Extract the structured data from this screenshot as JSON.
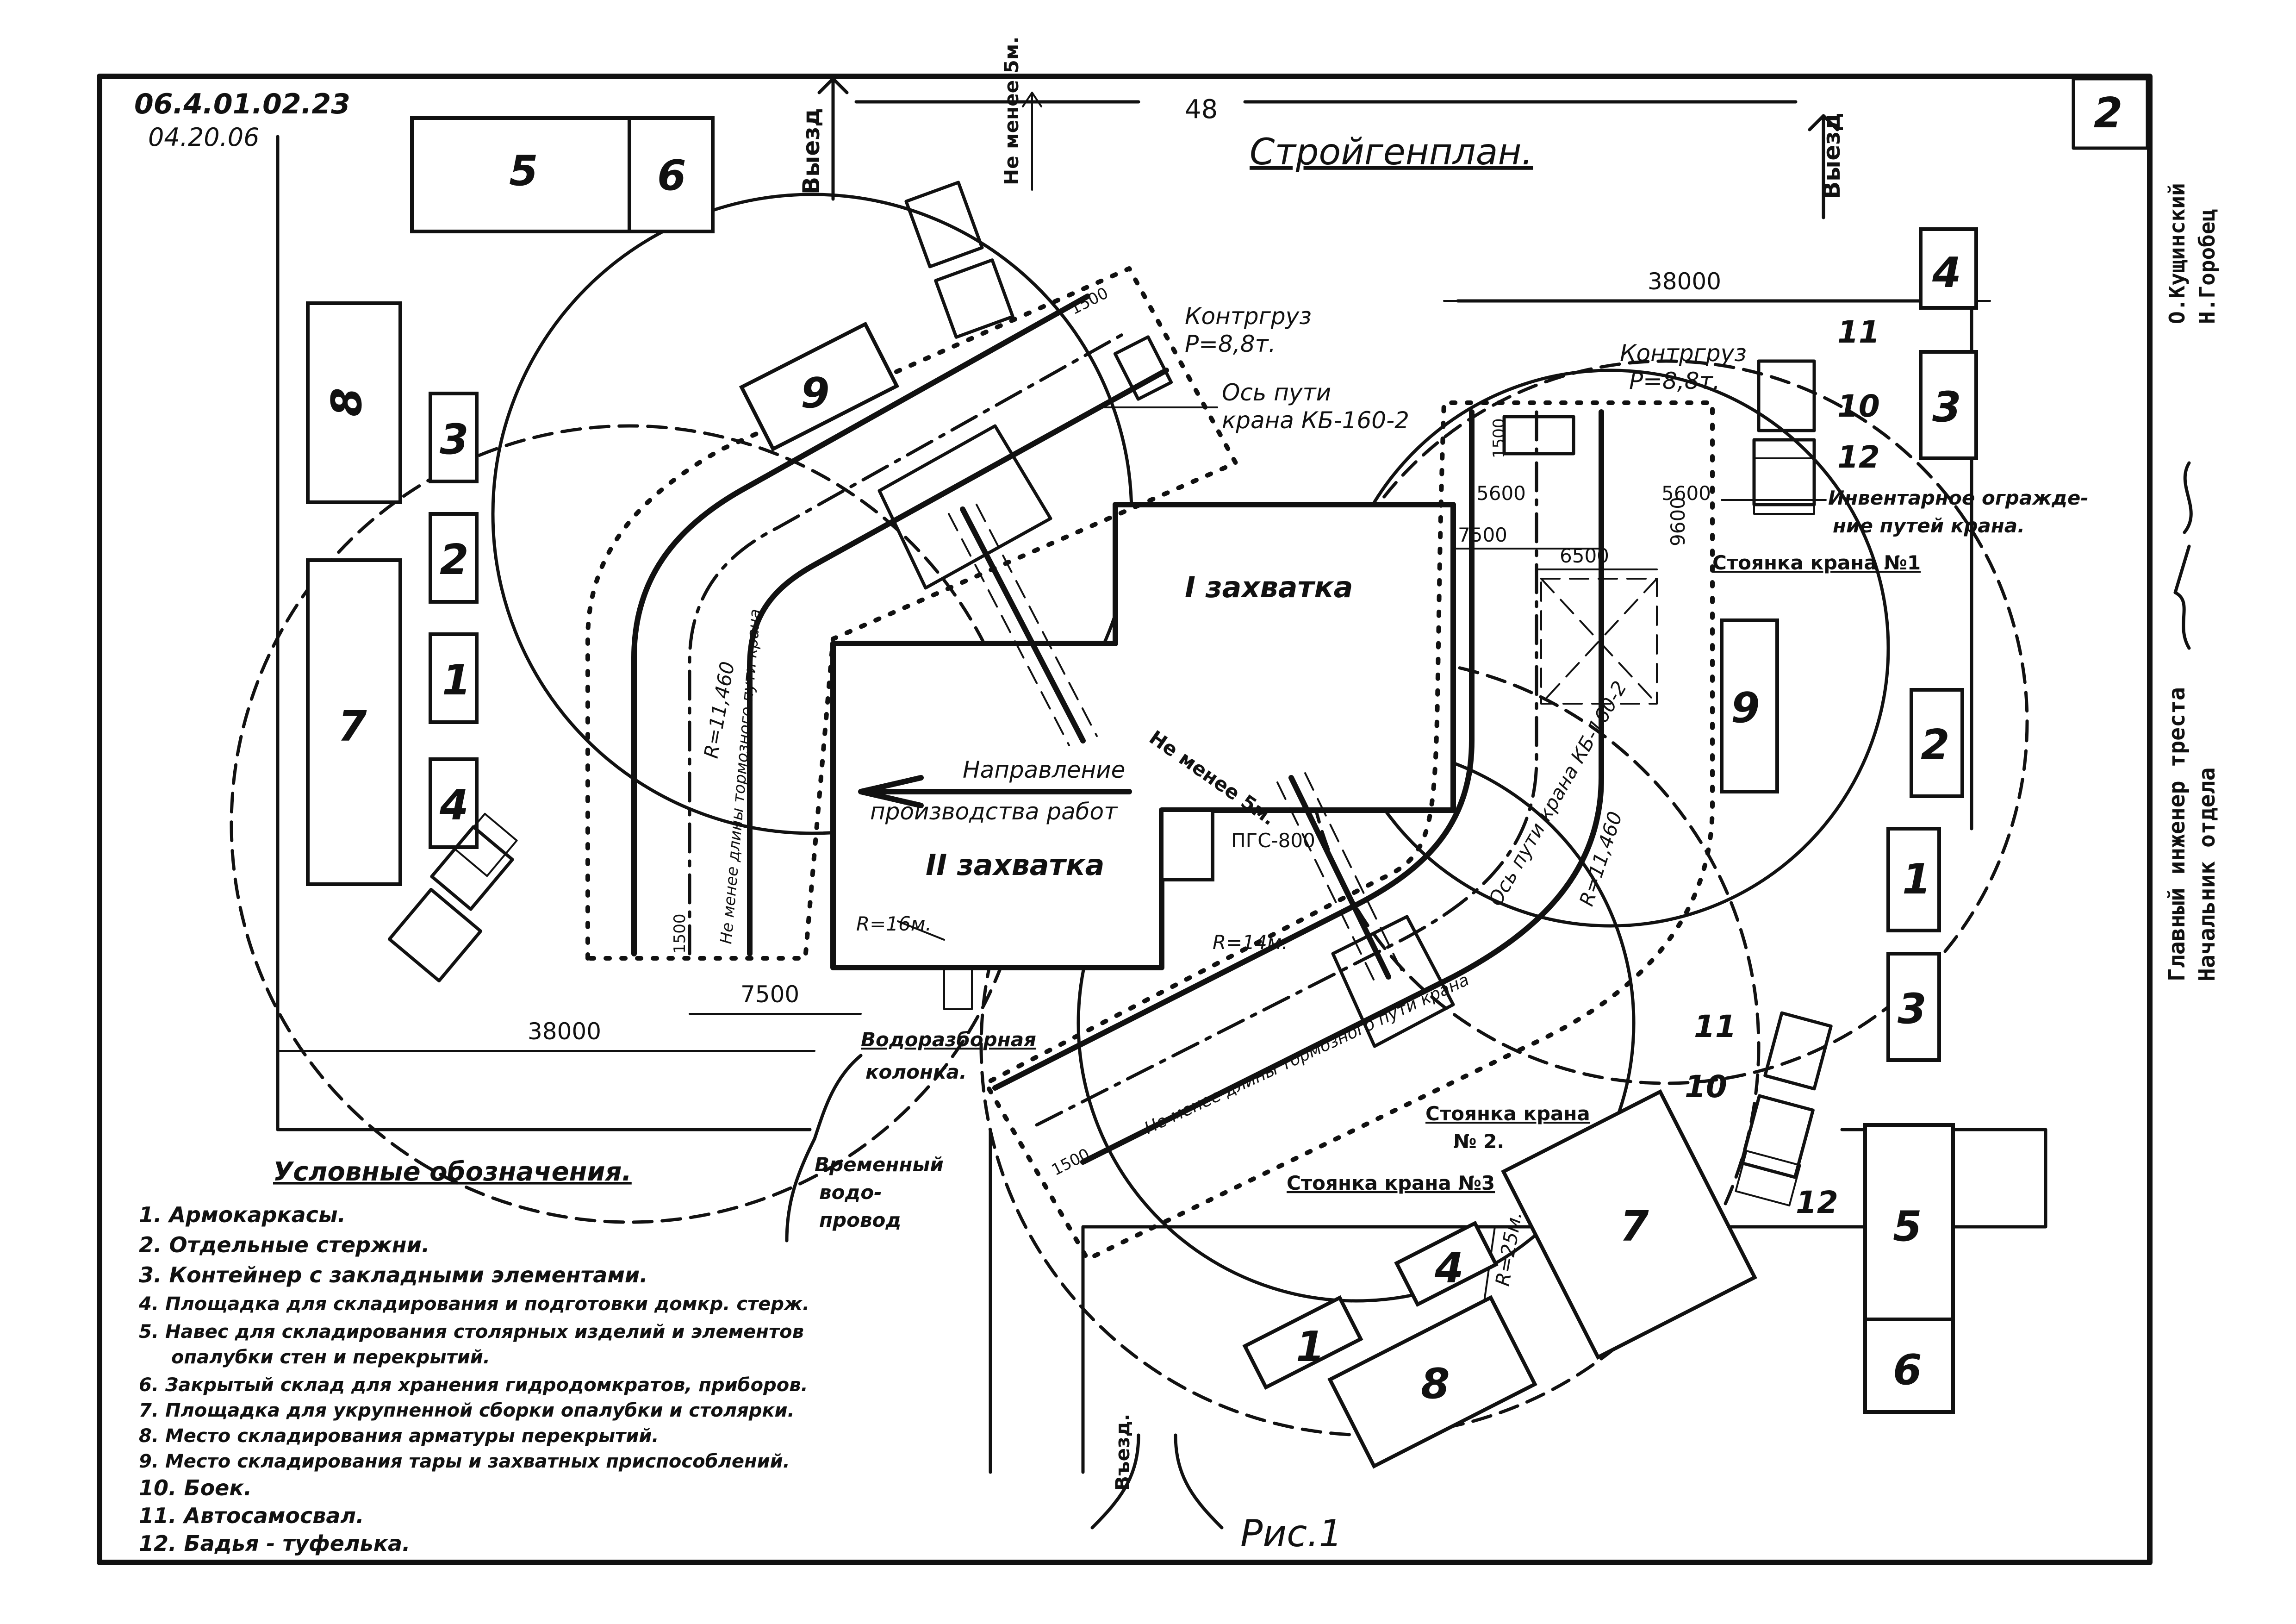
{
  "header": {
    "doc_code": "06.4.01.02.23",
    "doc_date": "04.20.06",
    "page_number": "48",
    "sheet_number": "2",
    "title": "Стройгенплан."
  },
  "plan_labels": {
    "exit_left": "Выезд",
    "exit_right": "Выезд",
    "entry_bottom": "Въезд.",
    "not_less_5m_top": "Не менее 5м.",
    "not_less_5m_mid": "Не менее 5м.",
    "counterweight_1": "Контргруз",
    "counterweight_1_p": "P=8,8т.",
    "counterweight_2": "Контргруз",
    "counterweight_2_p": "P=8,8т.",
    "crane_axis_kb2_a": "Ось пути",
    "crane_axis_kb2_b": "крана КБ-160-2",
    "crane_axis_right": "Ось пути крана КБ-160-2",
    "zone_1": "I захватка",
    "zone_2": "II захватка",
    "direction_1": "Направление",
    "direction_2": "производства работ",
    "pgs": "ПГС-800",
    "crane_stand_1": "Стоянка крана №1",
    "crane_stand_2": "Стоянка крана",
    "crane_stand_2b": "№ 2.",
    "crane_stand_3": "Стоянка крана №3",
    "inventory_fence_1": "Инвентарное огражде-",
    "inventory_fence_2": "ние путей крана.",
    "radius_left": "R=11,460",
    "radius_right": "R=11,460",
    "radius_16": "R=16м.",
    "radius_14": "R=14м.",
    "radius_25": "R=25м.",
    "brake_left": "Не менее длины тормозного пути крана",
    "brake_right": "Не менее длины тормозного пути крана",
    "water_column_1": "Водоразборная",
    "water_column_2": "колонка.",
    "temp_water_1": "Временный",
    "temp_water_2": "водо-",
    "temp_water_3": "провод",
    "dims": {
      "d38000_top": "38000",
      "d38000_bottom": "38000",
      "d7500_bottom": "7500",
      "d7500_right": "7500",
      "d6500": "6500",
      "d5600_a": "5600",
      "d5600_b": "5600",
      "d1500_a": "1500",
      "d1500_b": "1500",
      "d1500_c": "1500",
      "d1500_d": "1500",
      "d9600": "9600"
    }
  },
  "site_objects": {
    "n1": "1",
    "n2": "2",
    "n3": "3",
    "n4": "4",
    "n5": "5",
    "n6": "6",
    "n7": "7",
    "n8": "8",
    "n9": "9",
    "n10": "10",
    "n11": "11",
    "n12": "12"
  },
  "legend": {
    "title": "Условные обозначения.",
    "items": [
      "1. Армокаркасы.",
      "2. Отдельные стержни.",
      "3. Контейнер с закладными элементами.",
      "4. Площадка для складирования и подготовки домкр. стерж.",
      "5. Навес для складирования столярных изделий и элементов",
      "опалубки стен и перекрытий.",
      "6. Закрытый склад для хранения гидродомкратов, приборов.",
      "7. Площадка для укрупненной сборки опалубки и столярки.",
      "8. Место складирования арматуры перекрытий.",
      "9. Место складирования тары и захватных приспособлений.",
      "10. Боек.",
      "11. Автосамосвал.",
      "12. Бадья - туфелька."
    ]
  },
  "figure_caption": "Рис.1",
  "signatures": {
    "line1": "Главный инженер треста",
    "line2": "Начальник отдела",
    "name1": "О.Кущинский",
    "name2": "Н.Горобец"
  }
}
